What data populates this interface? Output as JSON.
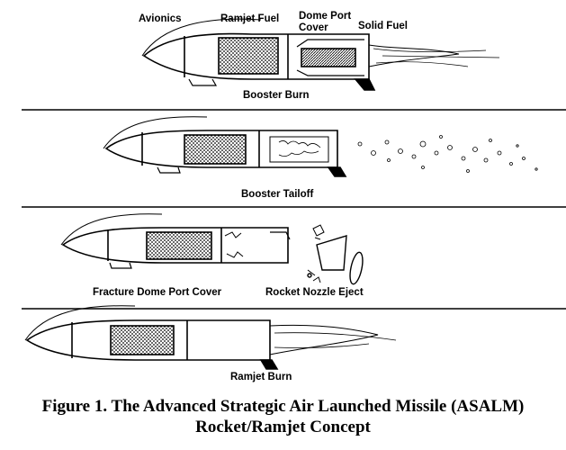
{
  "stages": [
    {
      "name": "booster-burn",
      "label": "Booster Burn"
    },
    {
      "name": "booster-tailoff",
      "label": "Booster Tailoff"
    },
    {
      "name": "fracture",
      "label": "Fracture Dome Port Cover"
    },
    {
      "name": "nozzle-eject",
      "label": "Rocket Nozzle Eject"
    },
    {
      "name": "ramjet-burn",
      "label": "Ramjet Burn"
    }
  ],
  "callouts": {
    "avionics": "Avionics",
    "ramjet_fuel": "Ramjet Fuel",
    "dome_port_cover_line1": "Dome Port",
    "dome_port_cover_line2": "Cover",
    "solid_fuel": "Solid Fuel"
  },
  "caption": {
    "line1": "Figure 1.  The Advanced Strategic Air Launched Missile (ASALM)",
    "line2": "Rocket/Ramjet Concept"
  }
}
